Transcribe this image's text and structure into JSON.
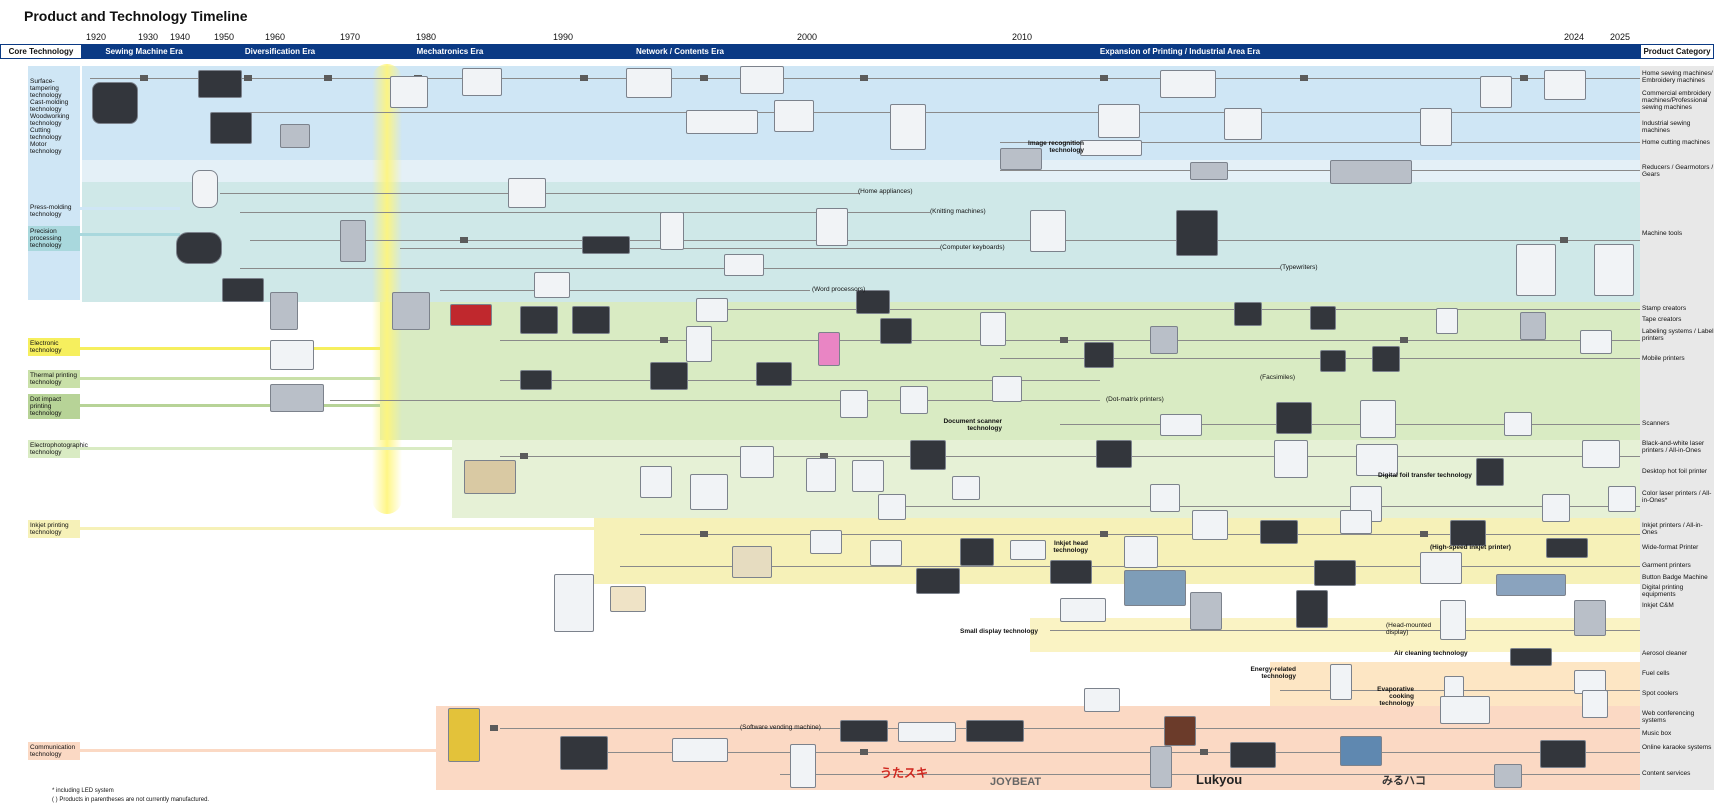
{
  "title": "Product and Technology Timeline",
  "years": [
    "1920",
    "1930",
    "1940",
    "1950",
    "1960",
    "1970",
    "1980",
    "1990",
    "2000",
    "2010",
    "2024",
    "2025"
  ],
  "eras": {
    "core_label": "Core Technology",
    "category_label": "Product Category",
    "items": [
      "Sewing Machine Era",
      "Diversification Era",
      "Mechatronics Era",
      "Network / Contents Era",
      "Expansion of Printing / Industrial Area Era"
    ]
  },
  "core_technologies": [
    "Surface-tampering technology\nCast-molding technology\nWoodworking technology\nCutting technology\nMotor technology",
    "Press-molding technology",
    "Precision processing technology",
    "Electronic technology",
    "Thermal printing technology",
    "Dot impact printing technology",
    "Electrophotographic technology",
    "Inkjet printing technology",
    "Communication technology"
  ],
  "product_categories": [
    "Home sewing machines/ Embroidery machines",
    "Commercial embroidery machines/Professional sewing machines",
    "Industrial sewing machines",
    "Home cutting machines",
    "Reducers / Gearmotors / Gears",
    "Machine tools",
    "Stamp creators",
    "Tape creators",
    "Labeling systems / Label printers",
    "Mobile printers",
    "Scanners",
    "Black-and-white laser printers / All-in-Ones",
    "Desktop hot foil printer",
    "Color laser printers / All-in-Ones*",
    "Inkjet printers / All-in-Ones",
    "Wide-format Printer",
    "Garment printers",
    "Button Badge Machine",
    "Digital printing equipments",
    "Inkjet C&M",
    "Aerosol cleaner",
    "Fuel cells",
    "Spot coolers",
    "Web conferencing systems",
    "Music box",
    "Online karaoke systems",
    "Content services"
  ],
  "discontinued": [
    "(Home appliances)",
    "(Knitting machines)",
    "(Computer keyboards)",
    "(Typewriters)",
    "(Word processors)",
    "(Facsimiles)",
    "(Dot-matrix printers)",
    "(Software vending machine)",
    "(Head-mounted display)"
  ],
  "inline_technologies": [
    "Image recognition technology",
    "Document scanner technology",
    "Digital foil transfer technology",
    "Inkjet head technology",
    "(High-speed inkjet printer)",
    "Small display technology",
    "Air cleaning technology",
    "Energy-related technology",
    "Evaporative cooking technology"
  ],
  "logos": [
    "うたスキ",
    "JOYBEAT",
    "Lukyou",
    "みるハコ"
  ],
  "notes": [
    "* including LED system",
    "(   ) Products in parentheses are not currently manufactured."
  ],
  "colors": {
    "era_bar": "#0b3a84",
    "band_blue": "#cfe6f5",
    "band_teal": "#cfe8e8",
    "band_green": "#d9ebc3",
    "band_yellow": "#f6f1b8",
    "band_peach": "#fbd9c4"
  }
}
